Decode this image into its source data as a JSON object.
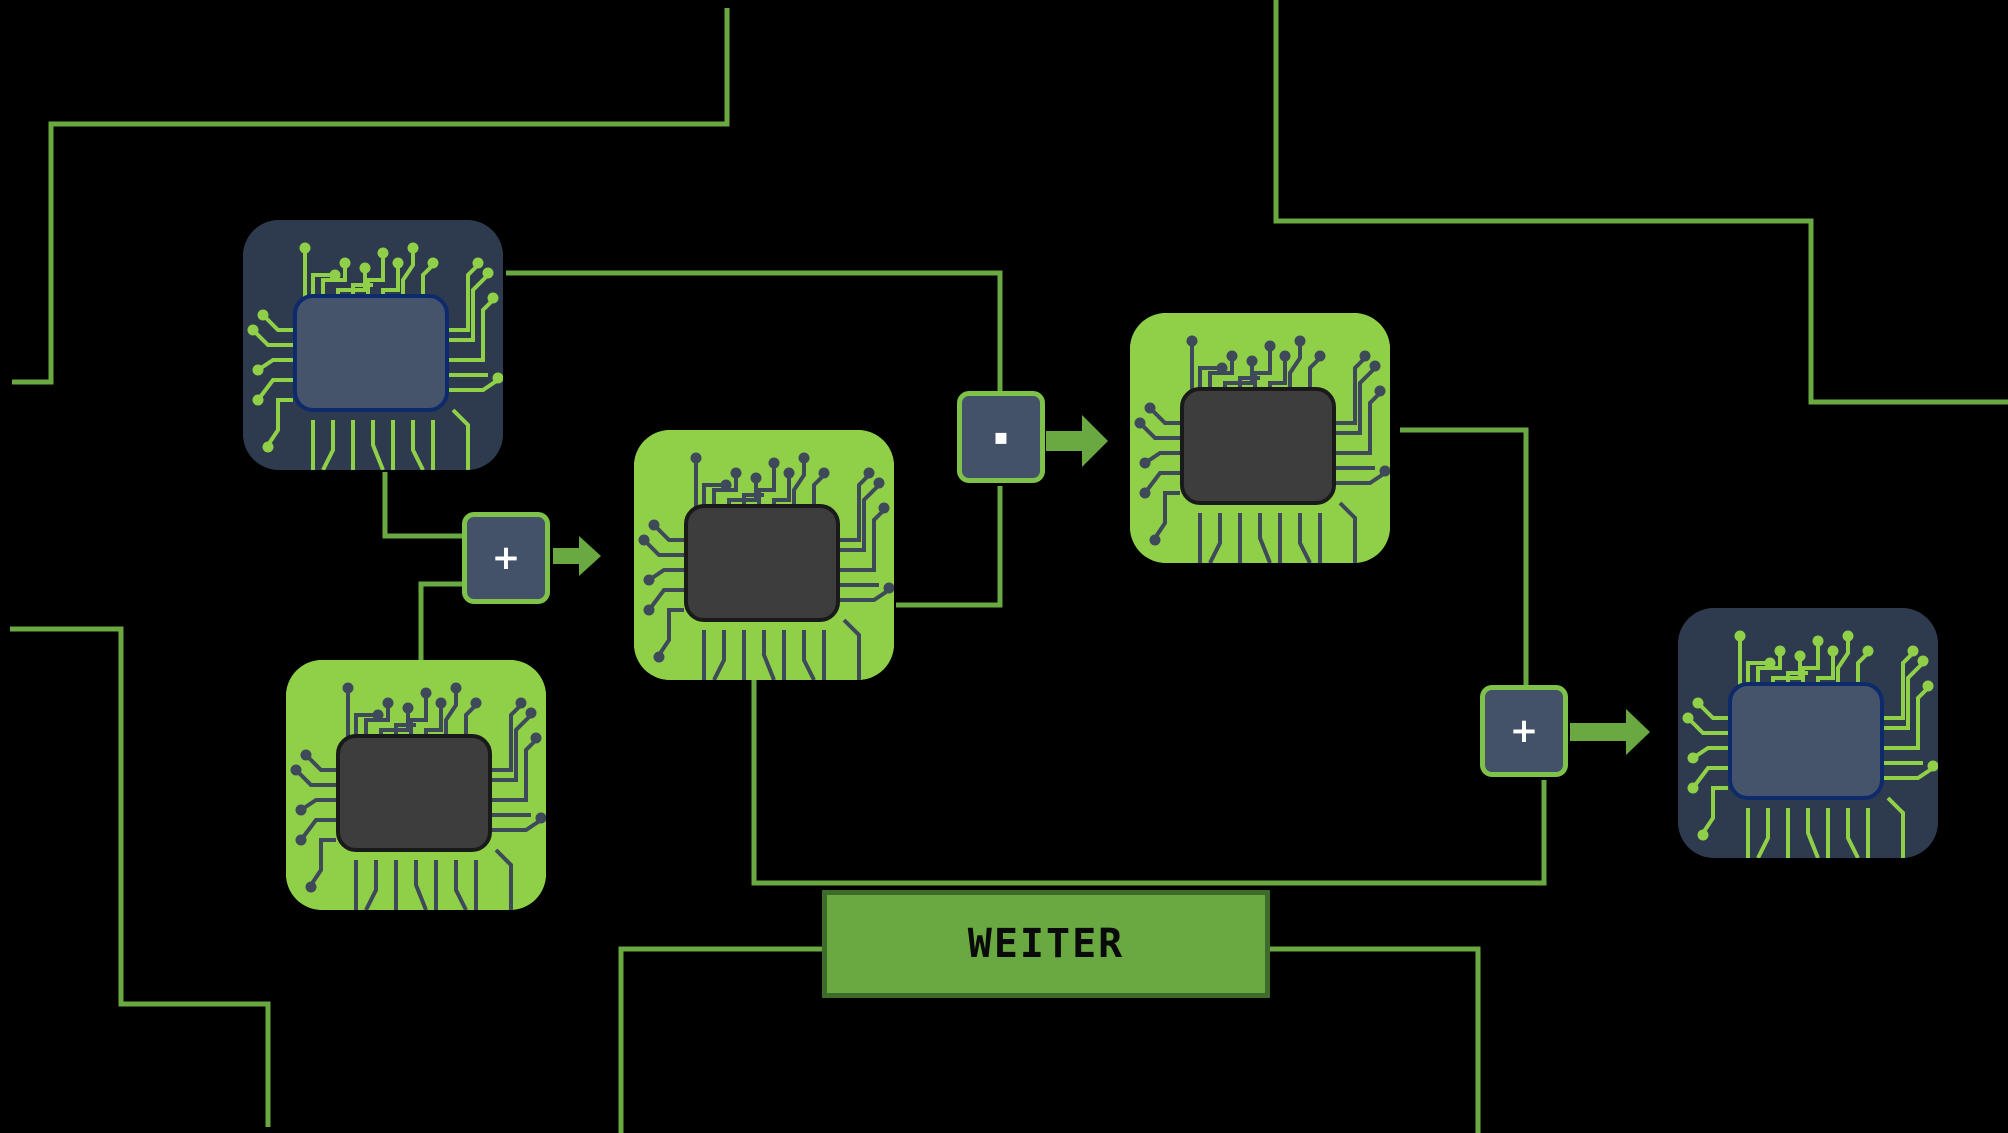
{
  "colors": {
    "background": "#000000",
    "wire": "#6aa842",
    "chip_green": "#8fd048",
    "chip_dark": "#2e3a4d",
    "operator_fill": "#435269",
    "operator_border": "#7fc24a",
    "button_fill": "#6aa842"
  },
  "chips": [
    {
      "id": "chip-a",
      "state": "off"
    },
    {
      "id": "chip-b",
      "state": "on"
    },
    {
      "id": "chip-c",
      "state": "on"
    },
    {
      "id": "chip-d",
      "state": "on"
    },
    {
      "id": "chip-e",
      "state": "off"
    }
  ],
  "operators": {
    "plus_1": "+",
    "dot": "▪",
    "plus_2": "+"
  },
  "button": {
    "label": "WEITER"
  }
}
